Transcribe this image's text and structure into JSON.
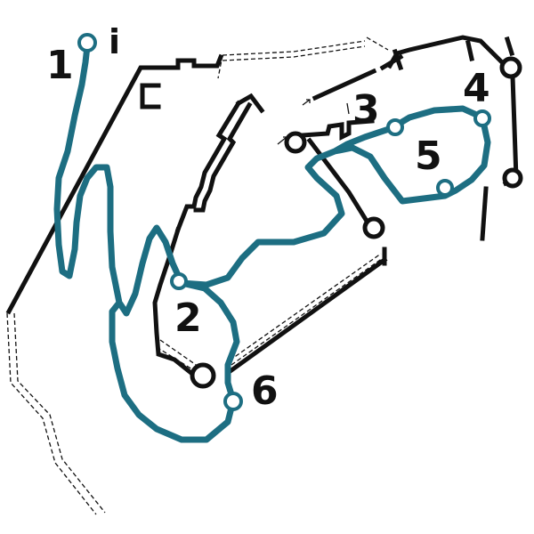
{
  "colors": {
    "route": "#1d6e82",
    "wall": "#111111",
    "background": "#ffffff"
  },
  "info": {
    "label": "i",
    "icon": "info-icon"
  },
  "stops": [
    {
      "id": "stop-1",
      "label": "1"
    },
    {
      "id": "stop-2",
      "label": "2"
    },
    {
      "id": "stop-3",
      "label": "3"
    },
    {
      "id": "stop-4",
      "label": "4"
    },
    {
      "id": "stop-5",
      "label": "5"
    },
    {
      "id": "stop-6",
      "label": "6"
    }
  ]
}
